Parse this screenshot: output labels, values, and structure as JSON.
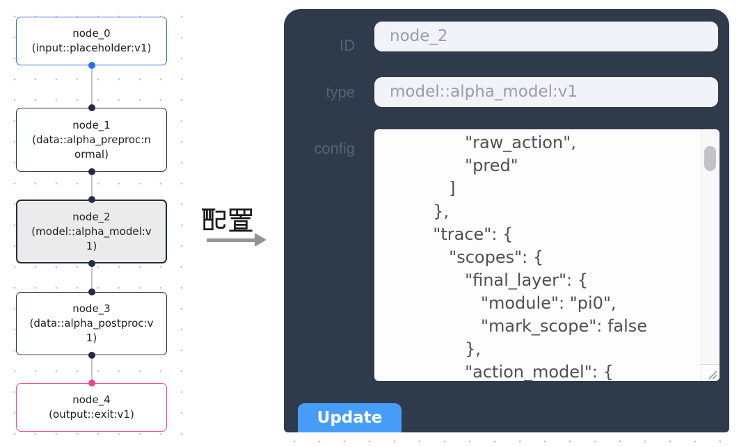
{
  "graph": {
    "nodes": [
      {
        "title": "node_0",
        "subtitle": "(input::placeholder:v1)",
        "kind": "input",
        "border_color": "#3a6fe3",
        "selected": false
      },
      {
        "title": "node_1",
        "subtitle": "(data::alpha_preproc:normal)",
        "kind": "data",
        "border_color": "#2a3344",
        "selected": false
      },
      {
        "title": "node_2",
        "subtitle": "(model::alpha_model:v1)",
        "kind": "model",
        "border_color": "#232c40",
        "selected": true
      },
      {
        "title": "node_3",
        "subtitle": "(data::alpha_postproc:v1)",
        "kind": "data",
        "border_color": "#2a3344",
        "selected": false
      },
      {
        "title": "node_4",
        "subtitle": "(output::exit:v1)",
        "kind": "output",
        "border_color": "#ee4b87",
        "selected": false
      }
    ],
    "port_colors": {
      "input": "#2e6ee4",
      "default": "#222c45",
      "output": "#f0488b"
    }
  },
  "transfer": {
    "label": "配置"
  },
  "panel": {
    "fields": [
      {
        "label": "ID",
        "value": "node_2"
      },
      {
        "label": "type",
        "value": "model::alpha_model:v1"
      }
    ],
    "config_label": "config",
    "config_text": "                \"raw_action\",\n                \"pred\"\n             ]\n          },\n          \"trace\": {\n             \"scopes\": {\n                \"final_layer\": {\n                   \"module\": \"pi0\",\n                   \"mark_scope\": false\n                },\n                \"action_model\": {",
    "update_label": "Update",
    "colors": {
      "panel_bg": "#2f3a4a",
      "field_bg": "#f1f3f8",
      "field_text": "#979da9",
      "label_text": "#59626f",
      "editor_bg": "#fdfdfe",
      "editor_text": "#4f5052",
      "button_bg": "#479ef8",
      "button_text": "#ffffff"
    }
  }
}
